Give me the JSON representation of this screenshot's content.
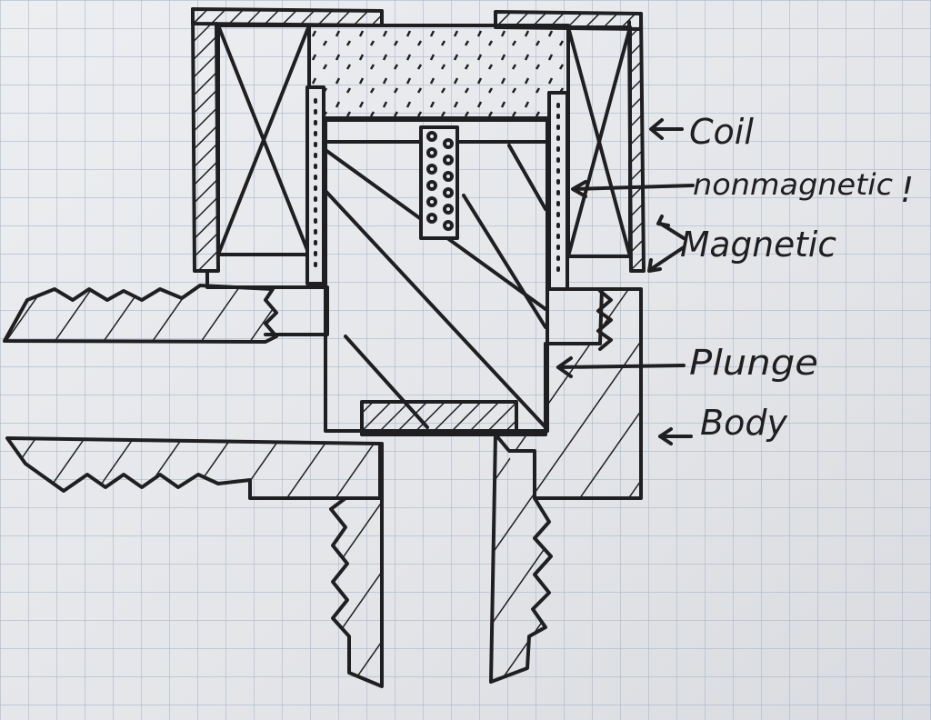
{
  "labels": {
    "coil": "Coil",
    "nonmagnetic": "nonmagnetic",
    "nonmagnetic_mark": "!",
    "magnetic": "Magnetic",
    "plunger": "Plunge",
    "body": "Body"
  },
  "colors": {
    "paper": "#ebecee",
    "grid": "#9fb0c6",
    "ink": "#1f1f22"
  }
}
